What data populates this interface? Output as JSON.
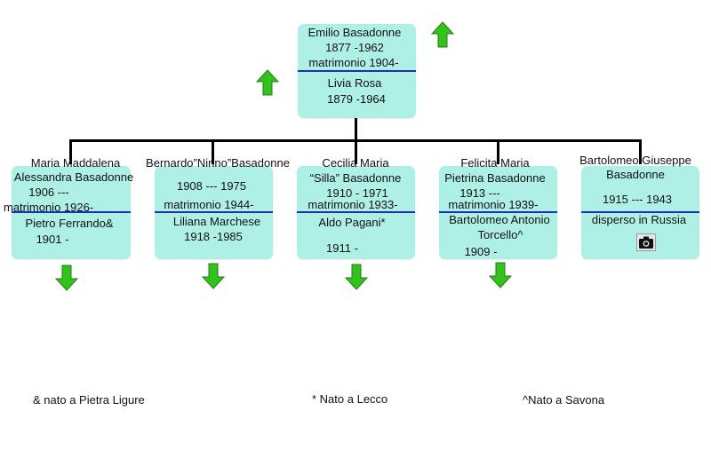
{
  "colors": {
    "box": "#aff0e6",
    "divider": "#1f2fb5",
    "arrow": "#33c11b",
    "arrow_dark": "#1f7f12",
    "connector": "#000000"
  },
  "root": {
    "name": "Emilio Basadonne",
    "years": "1877 -1962",
    "marriage": "matrimonio 1904-",
    "spouse": "Livia Rosa",
    "spouse_years": "1879 -1964"
  },
  "children": [
    {
      "name_line1": "Maria Maddalena",
      "name_line2": "Alessandra Basadonne",
      "years": "1906 ---",
      "marriage": "matrimonio 1926-",
      "spouse": "Pietro Ferrando&",
      "spouse_years": "1901 -"
    },
    {
      "name_line1": "Bernardo”Ninno”Basadonne",
      "years": "1908 --- 1975",
      "marriage": "matrimonio 1944-",
      "spouse": "Liliana Marchese",
      "spouse_years": "1918 -1985"
    },
    {
      "name_line1": "Cecilia Maria",
      "name_line2": "“Silla” Basadonne",
      "years": "1910 - 1971",
      "marriage": "matrimonio 1933-",
      "spouse": "Aldo Pagani*",
      "spouse_years": "1911 -"
    },
    {
      "name_line1": "Felicita Maria",
      "name_line2": "Pietrina Basadonne",
      "years": "1913 ---",
      "marriage": "matrimonio 1939-",
      "spouse": "Bartolomeo Antonio",
      "spouse_line2": "Torcello^",
      "spouse_years": "1909 -"
    },
    {
      "name_line1": "Bartolomeo  Giuseppe",
      "name_line2": "Basadonne",
      "years": "1915 --- 1943",
      "note": "disperso in Russia",
      "icon": "camera-icon"
    }
  ],
  "footnotes": {
    "ferrando": "& nato a Pietra Ligure",
    "pagani": "* Nato a Lecco",
    "torcello": "^Nato a Savona"
  },
  "icons": [
    "arrow-up-icon",
    "arrow-down-icon",
    "camera-icon"
  ]
}
